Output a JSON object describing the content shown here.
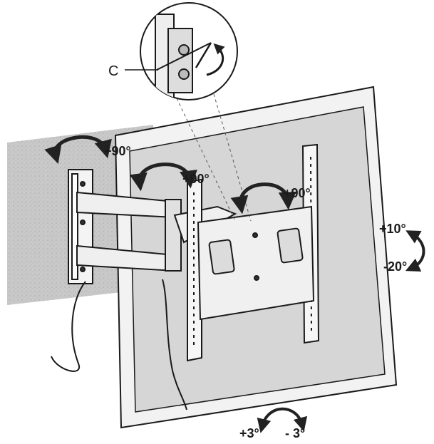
{
  "callout": {
    "label": "C"
  },
  "rotation_labels": {
    "arm_wall": "+90°",
    "arm_mid": "+90°",
    "arm_tv": "+90°",
    "tilt_up": "+10°",
    "tilt_down": "-20°",
    "level_left": "+3°",
    "level_right": "- 3°"
  },
  "colors": {
    "outline": "#1a1a1a",
    "wall": "#c8c8c8",
    "tv_frame": "#f2f2f2",
    "screen": "#d6d6d6",
    "arrow": "#222222",
    "background": "#ffffff"
  }
}
